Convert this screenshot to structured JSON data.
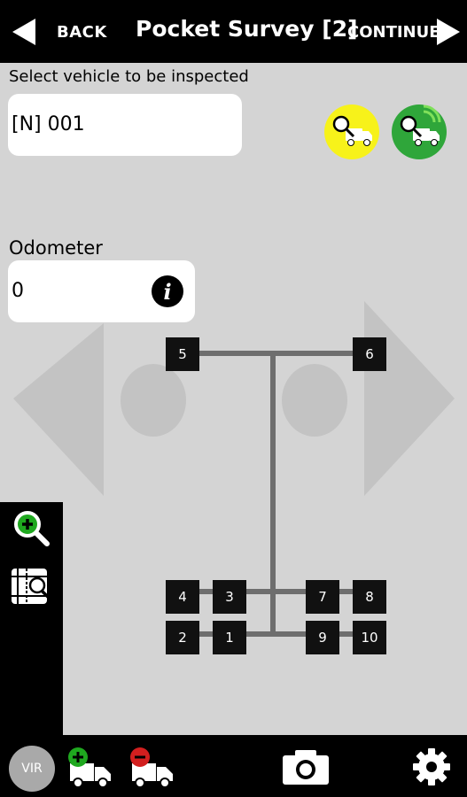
{
  "header": {
    "back_label": "BACK",
    "title": "Pocket Survey [2]",
    "continue_label": "CONTINUE"
  },
  "vehicle": {
    "label": "Select vehicle to be inspected",
    "value": "[N] 001"
  },
  "odometer": {
    "label": "Odometer",
    "value": "0",
    "info_glyph": "i"
  },
  "tyres": {
    "t1": "1",
    "t2": "2",
    "t3": "3",
    "t4": "4",
    "t5": "5",
    "t6": "6",
    "t7": "7",
    "t8": "8",
    "t9": "9",
    "t10": "10"
  },
  "bottom": {
    "vir_label": "VIR"
  },
  "colors": {
    "search_vehicle_button": "#f7f21a",
    "search_nearby_button": "#2fa63a",
    "add_badge": "#1fa81f",
    "remove_badge": "#d21f1f"
  },
  "icons": [
    "back-arrow-icon",
    "continue-arrow-icon",
    "search-vehicle-icon",
    "search-nearby-vehicle-icon",
    "info-icon",
    "zoom-in-icon",
    "inspect-grid-icon",
    "add-vehicle-icon",
    "remove-vehicle-icon",
    "camera-icon",
    "gear-icon",
    "prev-vehicle-arrow",
    "next-vehicle-arrow"
  ]
}
